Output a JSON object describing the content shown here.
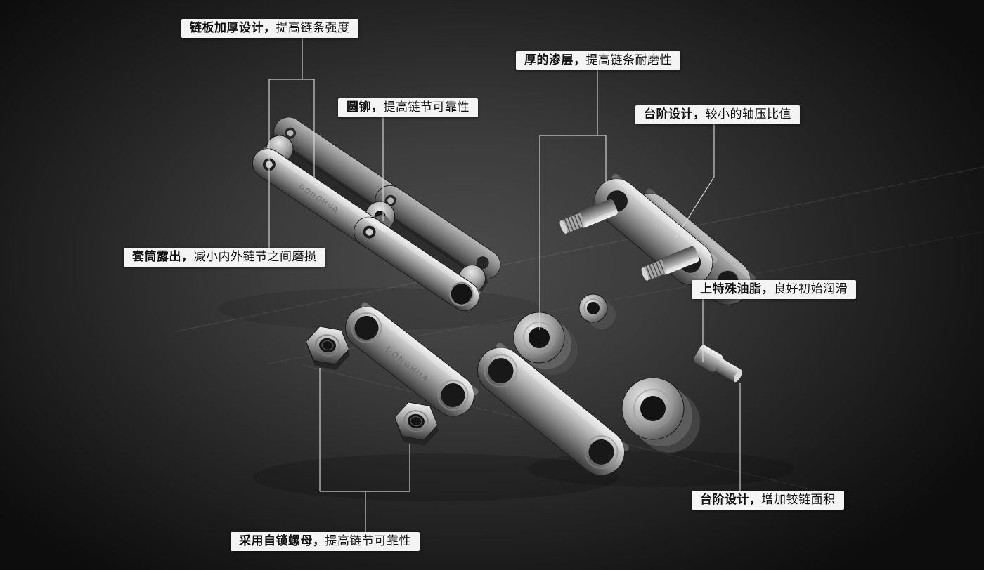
{
  "theme": {
    "background_center": "#4b4b4b",
    "background_edge": "#0d0d0d",
    "label_background": "#f4f4f4",
    "label_text": "#111111",
    "connector_line": "#d9d9d9",
    "metal_light": "#ededed",
    "metal_dark": "#3a3a3a"
  },
  "brand": {
    "stamp": "DONGHUA"
  },
  "annotations": {
    "plate_thickened": {
      "bold": "链板加厚设计，",
      "rest": "提高链条强度"
    },
    "round_rivet": {
      "bold": "圆铆，",
      "rest": "提高链节可靠性"
    },
    "thick_carburized_layer": {
      "bold": "厚的渗层，",
      "rest": "提高链条耐磨性"
    },
    "step_design_axle": {
      "bold": "台阶设计，",
      "rest": "较小的轴压比值"
    },
    "sleeve_exposed": {
      "bold": "套筒露出，",
      "rest": "减小内外链节之间磨损"
    },
    "special_grease": {
      "bold": "上特殊油脂，",
      "rest": "良好初始润滑"
    },
    "step_design_hinge": {
      "bold": "台阶设计，",
      "rest": "增加铰链面积"
    },
    "self_locking_nut": {
      "bold": "采用自锁螺母，",
      "rest": "提高链节可靠性"
    }
  }
}
